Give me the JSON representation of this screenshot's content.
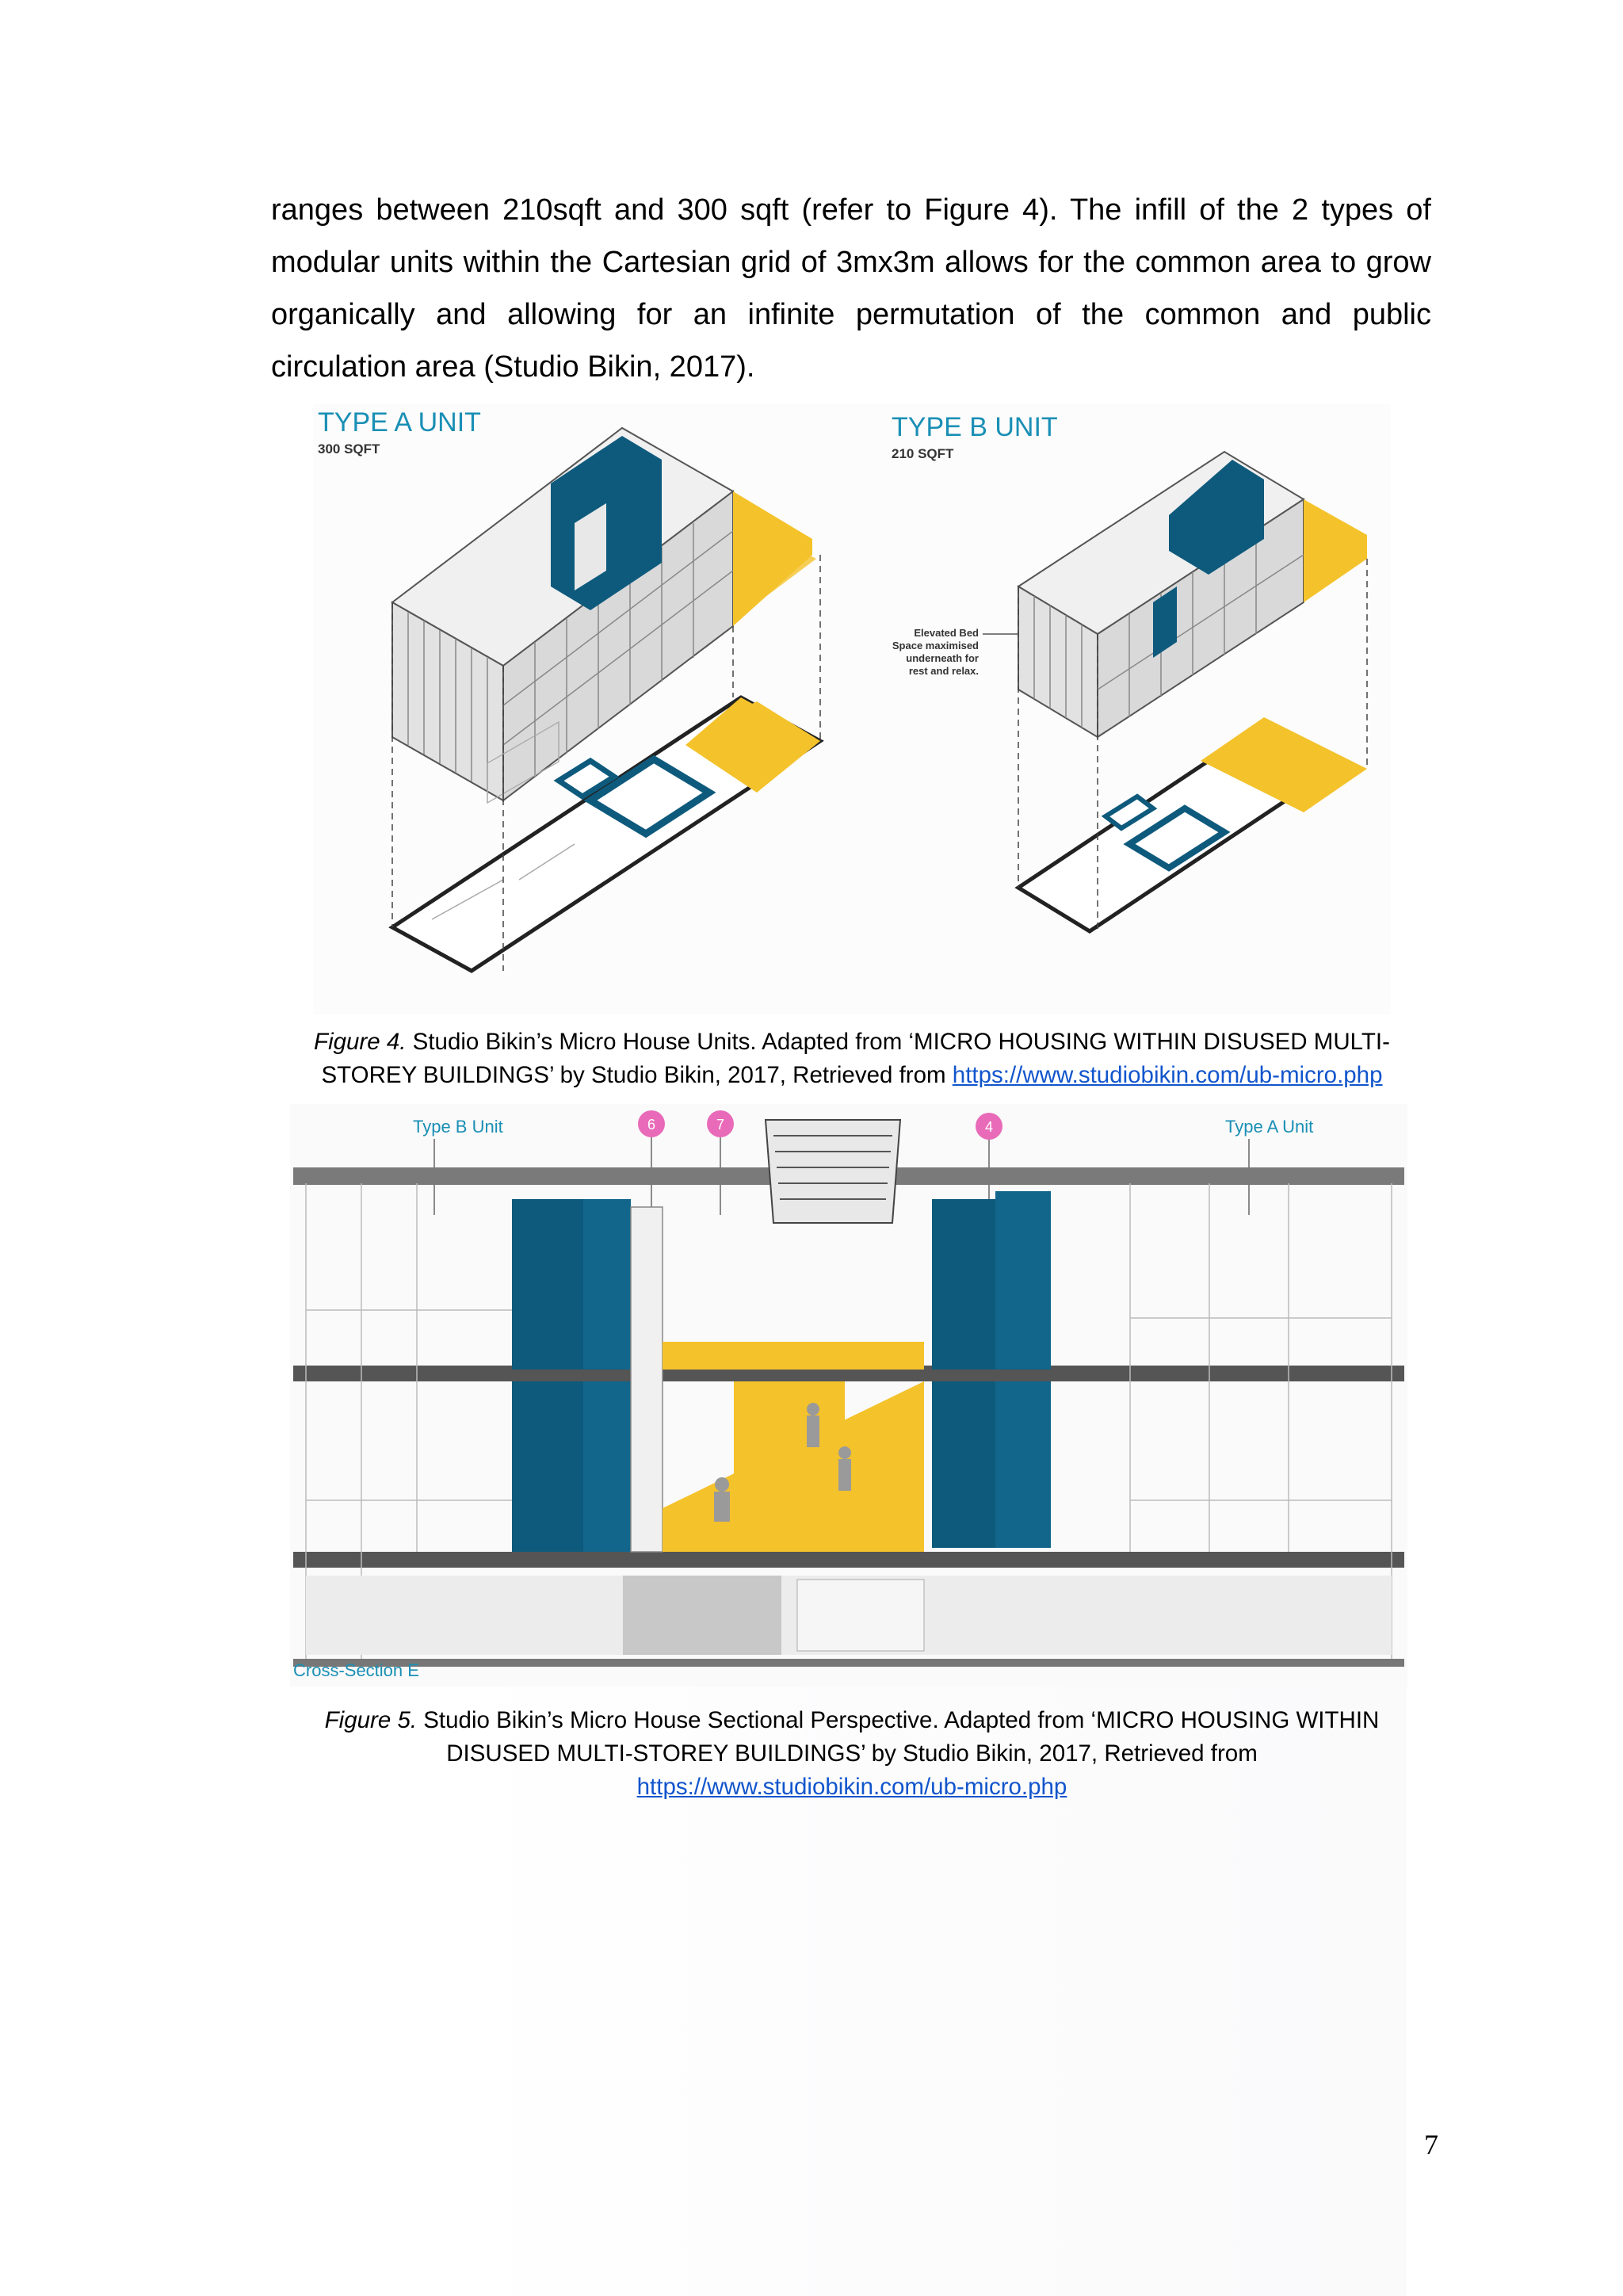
{
  "body": {
    "paragraph": "ranges between 210sqft and 300 sqft (refer to Figure 4). The infill of the 2 types of modular units within the Cartesian grid of 3mx3m allows for the common area to grow organically and allowing for an infinite permutation of the common and public circulation area (Studio Bikin, 2017)."
  },
  "figure4": {
    "type_a": {
      "title": "TYPE A UNIT",
      "area": "300 SQFT"
    },
    "type_b": {
      "title": "TYPE B UNIT",
      "area": "210 SQFT",
      "annotation": [
        "Elevated Bed",
        "Space maximised",
        "underneath for",
        "rest and relax."
      ]
    },
    "caption": {
      "label": "Figure 4.",
      "text": " Studio Bikin’s Micro House Units. Adapted from ‘MICRO HOUSING WITHIN DISUSED MULTI-STOREY BUILDINGS’ by Studio Bikin, 2017, Retrieved from ",
      "link": "https://www.studiobikin.com/ub-micro.php"
    }
  },
  "figure5": {
    "labels": {
      "type_b_unit": "Type B Unit",
      "type_a_unit": "Type A Unit",
      "marker_6": "6",
      "marker_7": "7",
      "marker_4": "4",
      "cross_section": "Cross-Section E"
    },
    "caption": {
      "label": "Figure 5.",
      "text": " Studio Bikin’s Micro House Sectional Perspective. Adapted from ‘MICRO HOUSING WITHIN DISUSED MULTI-STOREY BUILDINGS’ by Studio Bikin, 2017, Retrieved from ",
      "link": "https://www.studiobikin.com/ub-micro.php"
    }
  },
  "page_number": "7",
  "colors": {
    "teal": "#0e5a7c",
    "yellow": "#f4c22b",
    "label_blue": "#1a8fb5",
    "marker_pink": "#e86ab8"
  }
}
